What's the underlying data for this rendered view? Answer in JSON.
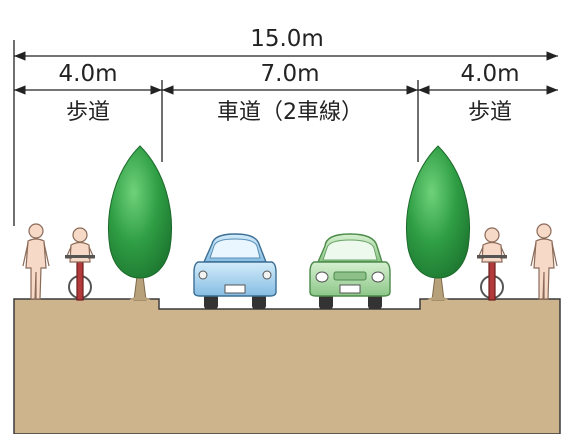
{
  "dimensions": {
    "total": "15.0m",
    "left_sidewalk": "4.0m",
    "roadway": "7.0m",
    "right_sidewalk": "4.0m"
  },
  "sections": {
    "left": "歩道",
    "center": "車道（2車線）",
    "right": "歩道"
  },
  "colors": {
    "ground": "#cdb48c",
    "ground_edge": "#3a3a3a",
    "tree_green": "#2f9e44",
    "tree_dark": "#1f7a32",
    "trunk": "#b7a17b",
    "car_blue": "#a9d3ee",
    "car_green": "#a9d8a4",
    "person": "#f6d9c7"
  },
  "icons": [
    "pedestrian-icon",
    "cyclist-icon",
    "tree-icon",
    "car-icon"
  ]
}
